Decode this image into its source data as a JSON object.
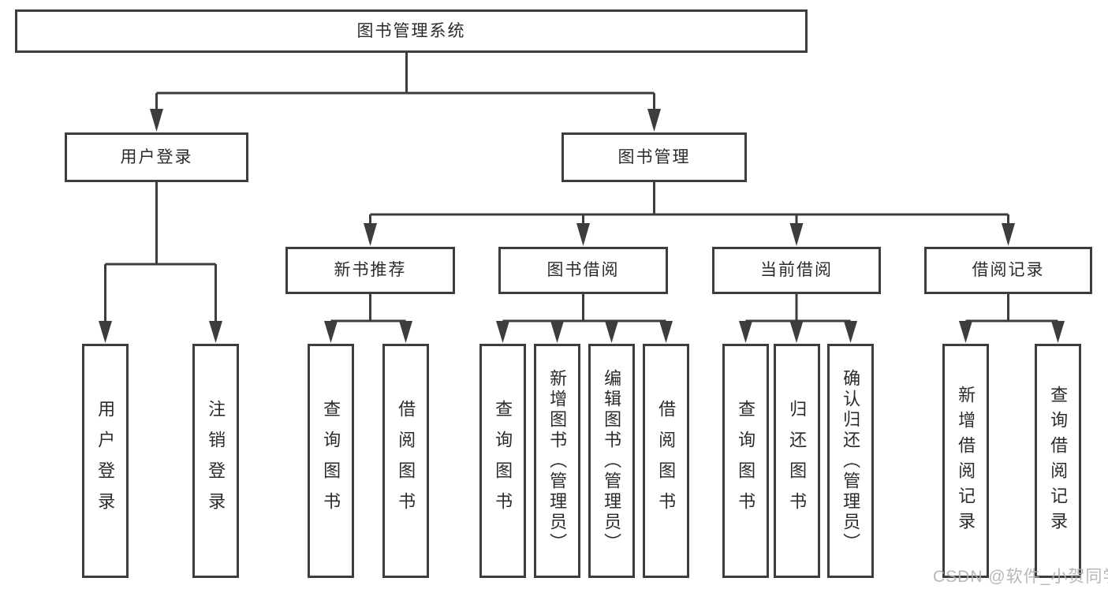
{
  "diagram": {
    "root": {
      "label": "图书管理系统"
    },
    "level2": [
      {
        "label": "用户登录"
      },
      {
        "label": "图书管理"
      }
    ],
    "level3": [
      {
        "label": "新书推荐"
      },
      {
        "label": "图书借阅"
      },
      {
        "label": "当前借阅"
      },
      {
        "label": "借阅记录"
      }
    ],
    "leaves": [
      {
        "label": "用户登录"
      },
      {
        "label": "注销登录"
      },
      {
        "label": "查询图书"
      },
      {
        "label": "借阅图书"
      },
      {
        "label": "查询图书"
      },
      {
        "label": "新增图书（管理员）"
      },
      {
        "label": "编辑图书（管理员）"
      },
      {
        "label": "借阅图书"
      },
      {
        "label": "查询图书"
      },
      {
        "label": "归还图书"
      },
      {
        "label": "确认归还（管理员）"
      },
      {
        "label": "新增借阅记录"
      },
      {
        "label": "查询借阅记录"
      }
    ],
    "watermark": "CSDN @软件_小贺同学",
    "colors": {
      "line": "#3d3d3d",
      "text": "#2b2b2b",
      "watermark": "#b0b0b0",
      "background": "#ffffff"
    }
  }
}
